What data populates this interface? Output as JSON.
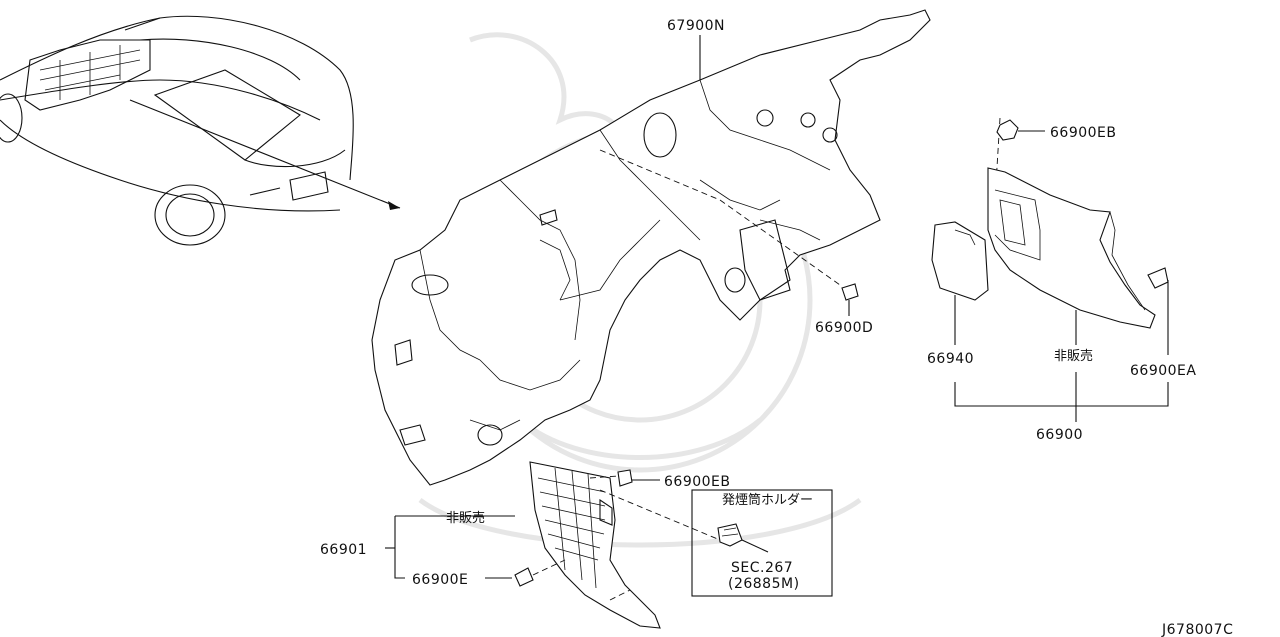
{
  "diagram": {
    "part_labels": {
      "dash_insulator": "67900N",
      "clip_d": "66900D",
      "clip_eb_top": "66900EB",
      "lid": "66940",
      "not_for_sale_right": "非販売",
      "clip_ea": "66900EA",
      "assembly_right": "66900",
      "clip_eb_bottom": "66900EB",
      "not_for_sale_left": "非販売",
      "assembly_left": "66901",
      "clip_e": "66900E"
    },
    "inset_box": {
      "title": "発煙筒ホルダー",
      "ref_line1": "SEC.267",
      "ref_line2": "(26885M)"
    },
    "drawing_id": "J678007C"
  }
}
